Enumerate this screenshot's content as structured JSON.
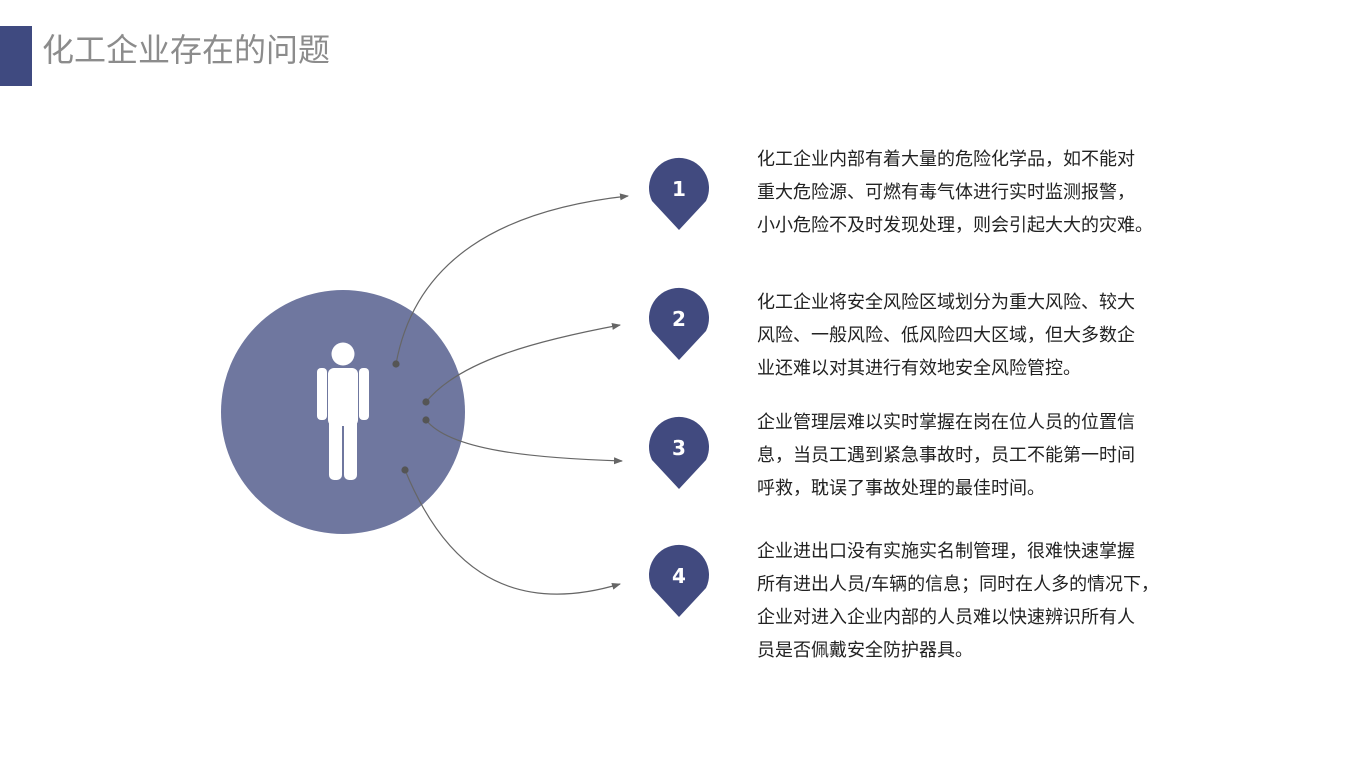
{
  "title": "化工企业存在的问题",
  "colors": {
    "accent": "#3f4a80",
    "pin": "#414a7f",
    "circle": "#6f779f",
    "figure": "#ffffff",
    "connector": "#666666",
    "title": "#8c8c8c",
    "text": "#222222"
  },
  "center_icon": "person-icon",
  "items": [
    {
      "number": "1",
      "lines": [
        "化工企业内部有着大量的危险化学品，如不能对",
        "重大危险源、可燃有毒气体进行实时监测报警，",
        "小小危险不及时发现处理，则会引起大大的灾难。"
      ]
    },
    {
      "number": "2",
      "lines": [
        "化工企业将安全风险区域划分为重大风险、较大",
        "风险、一般风险、低风险四大区域，但大多数企",
        "业还难以对其进行有效地安全风险管控。"
      ]
    },
    {
      "number": "3",
      "lines": [
        "企业管理层难以实时掌握在岗在位人员的位置信",
        "息，当员工遇到紧急事故时，员工不能第一时间",
        "呼救，耽误了事故处理的最佳时间。"
      ]
    },
    {
      "number": "4",
      "lines": [
        "企业进出口没有实施实名制管理，很难快速掌握",
        "所有进出人员/车辆的信息；同时在人多的情况下，",
        "企业对进入企业内部的人员难以快速辨识所有人",
        "员是否佩戴安全防护器具。"
      ]
    }
  ]
}
